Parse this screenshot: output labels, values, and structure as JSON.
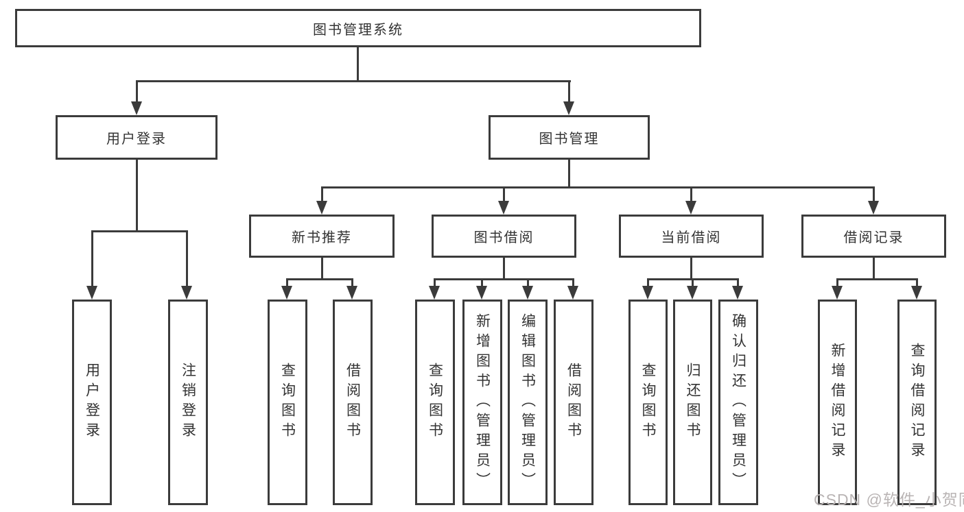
{
  "diagram": {
    "type": "hierarchy-flowchart",
    "nodes": {
      "root": "图书管理系统",
      "level1": [
        {
          "id": "user-login",
          "label": "用户登录"
        },
        {
          "id": "book-management",
          "label": "图书管理"
        }
      ],
      "level2": [
        {
          "id": "new-book-recommend",
          "label": "新书推荐",
          "parent": "book-management"
        },
        {
          "id": "book-borrowing",
          "label": "图书借阅",
          "parent": "book-management"
        },
        {
          "id": "current-borrowing",
          "label": "当前借阅",
          "parent": "book-management"
        },
        {
          "id": "borrowing-records",
          "label": "借阅记录",
          "parent": "book-management"
        }
      ],
      "level3": [
        {
          "id": "leaf-user-login",
          "label": "用户登录",
          "parent": "user-login"
        },
        {
          "id": "leaf-logout-login",
          "label": "注销登录",
          "parent": "user-login"
        },
        {
          "id": "leaf-query-books-1",
          "label": "查询图书",
          "parent": "new-book-recommend"
        },
        {
          "id": "leaf-borrow-books-1",
          "label": "借阅图书",
          "parent": "new-book-recommend"
        },
        {
          "id": "leaf-query-books-2",
          "label": "查询图书",
          "parent": "book-borrowing"
        },
        {
          "id": "leaf-add-books-admin",
          "label": "新增图书（管理员）",
          "parent": "book-borrowing"
        },
        {
          "id": "leaf-edit-books-admin",
          "label": "编辑图书（管理员）",
          "parent": "book-borrowing"
        },
        {
          "id": "leaf-borrow-books-2",
          "label": "借阅图书",
          "parent": "book-borrowing"
        },
        {
          "id": "leaf-query-books-3",
          "label": "查询图书",
          "parent": "current-borrowing"
        },
        {
          "id": "leaf-return-books",
          "label": "归还图书",
          "parent": "current-borrowing"
        },
        {
          "id": "leaf-confirm-return-admin",
          "label": "确认归还（管理员）",
          "parent": "current-borrowing"
        },
        {
          "id": "leaf-add-borrow-record",
          "label": "新增借阅记录",
          "parent": "borrowing-records"
        },
        {
          "id": "leaf-query-borrow-record",
          "label": "查询借阅记录",
          "parent": "borrowing-records"
        }
      ]
    },
    "colors": {
      "line": "#3b3b3b",
      "text": "#333333",
      "background": "#ffffff",
      "watermark": "#b9b4b4"
    }
  },
  "watermark": "CSDN @软件_小贺同学"
}
